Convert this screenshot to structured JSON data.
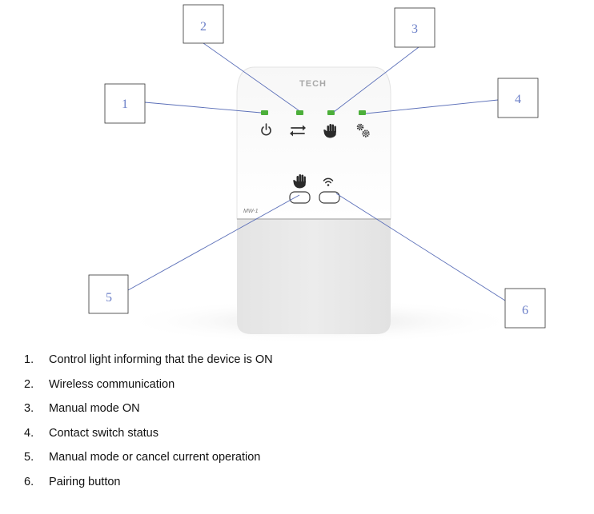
{
  "device": {
    "brand": "TECH",
    "model": "MW-1"
  },
  "callouts": [
    "1",
    "2",
    "3",
    "4",
    "5",
    "6"
  ],
  "legend": {
    "items": [
      {
        "num": "1.",
        "text": "Control light informing that the device is ON"
      },
      {
        "num": "2.",
        "text": "Wireless communication"
      },
      {
        "num": "3.",
        "text": "Manual mode ON"
      },
      {
        "num": "4.",
        "text": "Contact switch status"
      },
      {
        "num": "5.",
        "text": "Manual mode or cancel current operation"
      },
      {
        "num": "6.",
        "text": "Pairing button"
      }
    ]
  },
  "icons": {
    "power": "power-icon",
    "arrows": "arrows-exchange-icon",
    "hand": "hand-icon",
    "gears": "gears-icon",
    "wifi": "wifi-icon"
  },
  "colors": {
    "led": "#4caf3a",
    "callout_line": "#5b6fb8",
    "callout_text": "#6b7fc8"
  }
}
